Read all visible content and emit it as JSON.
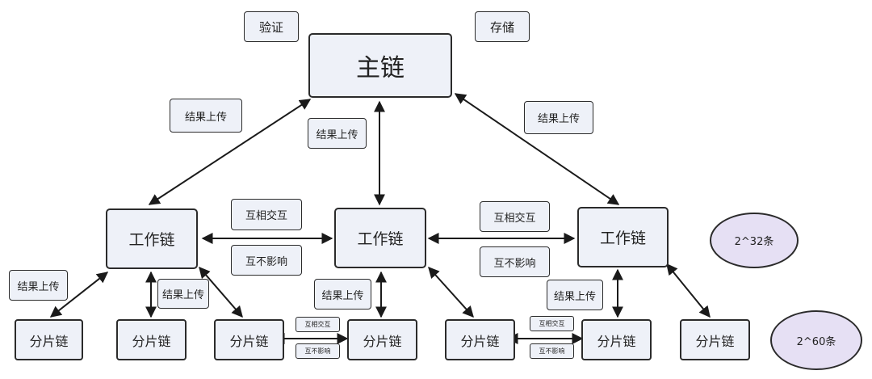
{
  "nodes": {
    "main_chain": "主链",
    "work_chain_1": "工作链",
    "work_chain_2": "工作链",
    "work_chain_3": "工作链",
    "shard_1": "分片链",
    "shard_2": "分片链",
    "shard_3": "分片链",
    "shard_4": "分片链",
    "shard_5": "分片链",
    "shard_6": "分片链",
    "shard_7": "分片链"
  },
  "tags": {
    "verify": "验证",
    "storage": "存储",
    "upload_left": "结果上传",
    "upload_center": "结果上传",
    "upload_right": "结果上传",
    "interact_1": "互相交互",
    "independent_1": "互不影响",
    "interact_2": "互相交互",
    "independent_2": "互不影响",
    "upload_shard_left": "结果上传",
    "upload_shard_w1": "结果上传",
    "upload_shard_w2": "结果上传",
    "upload_shard_w3": "结果上传",
    "interact_small_1": "互相交互",
    "independent_small_1": "互不影响",
    "interact_small_2": "互相交互",
    "independent_small_2": "互不影响"
  },
  "ellipses": {
    "work_count": "2^32条",
    "shard_count": "2^60条"
  },
  "colors": {
    "box_fill": "#eef1f8",
    "ellipse_fill": "#e6e0f4",
    "stroke": "#2b2b2b"
  }
}
